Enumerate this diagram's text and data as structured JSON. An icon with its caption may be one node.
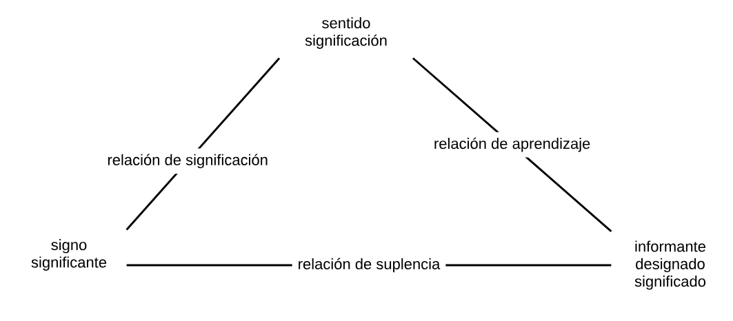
{
  "diagram": {
    "nodes": [
      {
        "text": [
          "sentido significación"
        ]
      },
      {
        "text": [
          "signo significante"
        ]
      },
      {
        "text": [
          "informante designado significado"
        ]
      }
    ],
    "edges": [
      {
        "from": 0,
        "to": 1,
        "arrow": "none",
        "label": "relación de significación"
      },
      {
        "from": 0,
        "to": 2,
        "arrow": "none",
        "label": "relación de aprendizaje"
      },
      {
        "from": 1,
        "to": 2,
        "arrow": "none",
        "label": "relación de suplencia"
      }
    ]
  }
}
